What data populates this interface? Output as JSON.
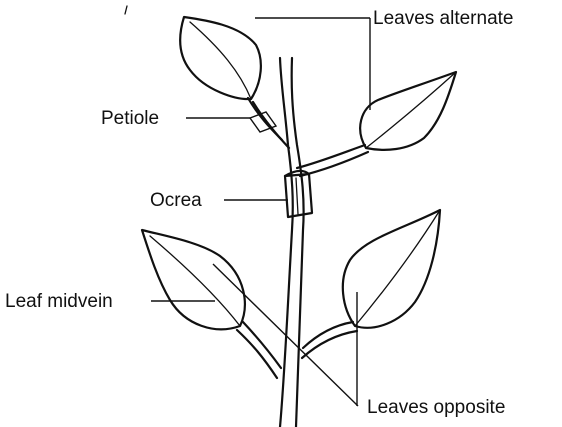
{
  "labels": {
    "leaves_alternate": "Leaves alternate",
    "petiole": "Petiole",
    "ocrea": "Ocrea",
    "leaf_midvein": "Leaf midvein",
    "leaves_opposite": "Leaves opposite"
  }
}
